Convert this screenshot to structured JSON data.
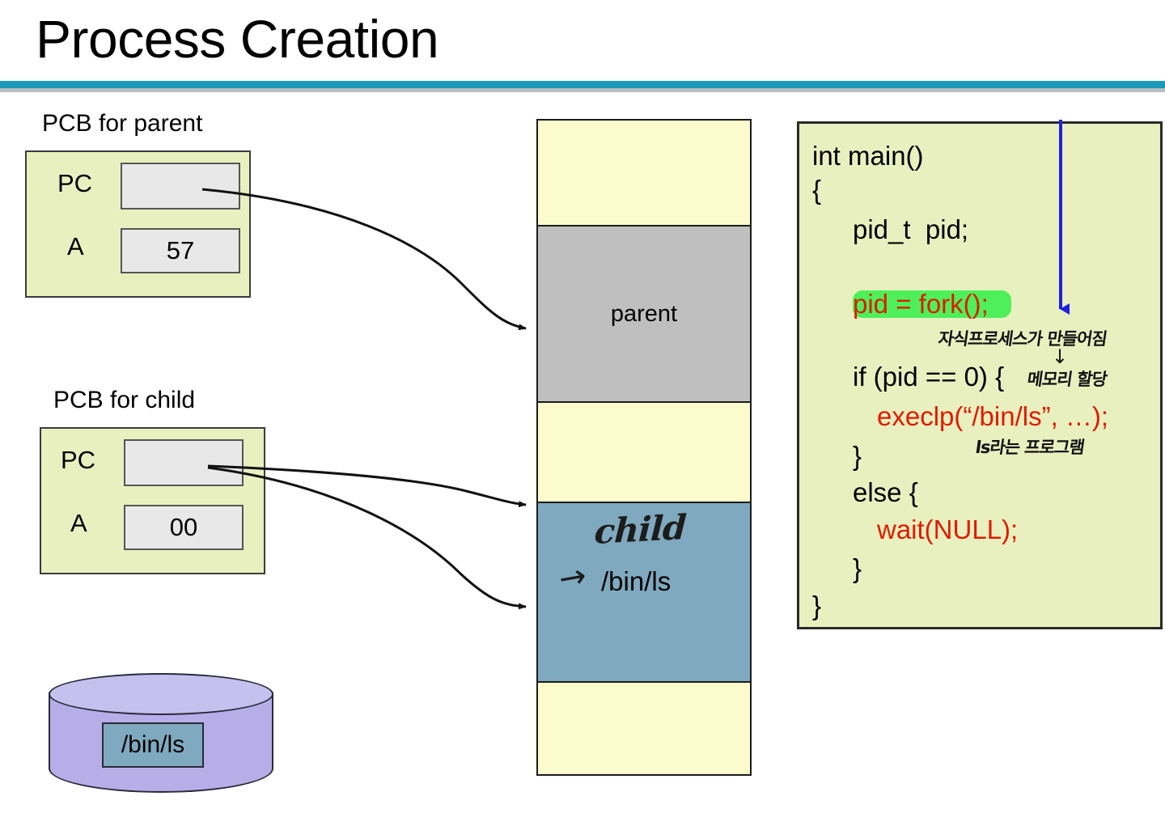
{
  "slide": {
    "title": "Process Creation"
  },
  "captions": {
    "parent": "PCB for parent",
    "child": "PCB for child"
  },
  "pcb_parent": {
    "pc_label": "PC",
    "pc_value": "",
    "a_label": "A",
    "a_value": "57"
  },
  "pcb_child": {
    "pc_label": "PC",
    "pc_value": "",
    "a_label": "A",
    "a_value": "00"
  },
  "memory": {
    "segments": [
      {
        "name": "free-segment-top",
        "label": "",
        "fill": "#fbfbcd"
      },
      {
        "name": "parent-segment",
        "label": "parent",
        "fill": "#bfbfbf"
      },
      {
        "name": "free-segment-middle",
        "label": "",
        "fill": "#fbfbcd"
      },
      {
        "name": "child-segment",
        "label": "",
        "fill": "#7fa9bf"
      },
      {
        "name": "free-segment-bottom",
        "label": "",
        "fill": "#fbfbcd"
      }
    ],
    "child_handwritten": "child",
    "child_program": "/bin/ls",
    "child_hand_arrow": "→"
  },
  "disk": {
    "file_label": "/bin/ls"
  },
  "code": {
    "lines": [
      "int main()",
      "{",
      "    pid_t  pid;",
      "    pid = fork();",
      "    if (pid == 0) {",
      "        execlp(“/bin/ls”, …);",
      "    }",
      "    else {",
      "        wait(NULL);",
      "    }",
      "}"
    ],
    "l_int_main": "int main()",
    "l_open_brace": "{",
    "l_pid_decl": "pid_t  pid;",
    "l_fork": "pid = fork();",
    "l_if": "if (pid == 0) {",
    "l_execlp": "execlp(“/bin/ls”, …);",
    "l_close_if": "}",
    "l_else": "else {",
    "l_wait": "wait(NULL);",
    "l_close_else": "}",
    "l_close_main": "}",
    "highlight_color": "#4ef05a",
    "red_color": "#e01b00"
  },
  "annotations": {
    "note_fork": "자식프로세스가 만들어짐",
    "note_arrow_down": "↓",
    "note_if": "메모리 할당",
    "note_execlp": "ls라는 프로그램",
    "blue_arrow_color": "#2020e0"
  },
  "theme": {
    "accent_rule": "#1b9ab8",
    "panel_fill": "#e9f0bf",
    "free_memory": "#fbfbcd",
    "parent_memory": "#bfbfbf",
    "child_memory": "#7fa9bf",
    "disk_fill": "#b7aee8"
  }
}
